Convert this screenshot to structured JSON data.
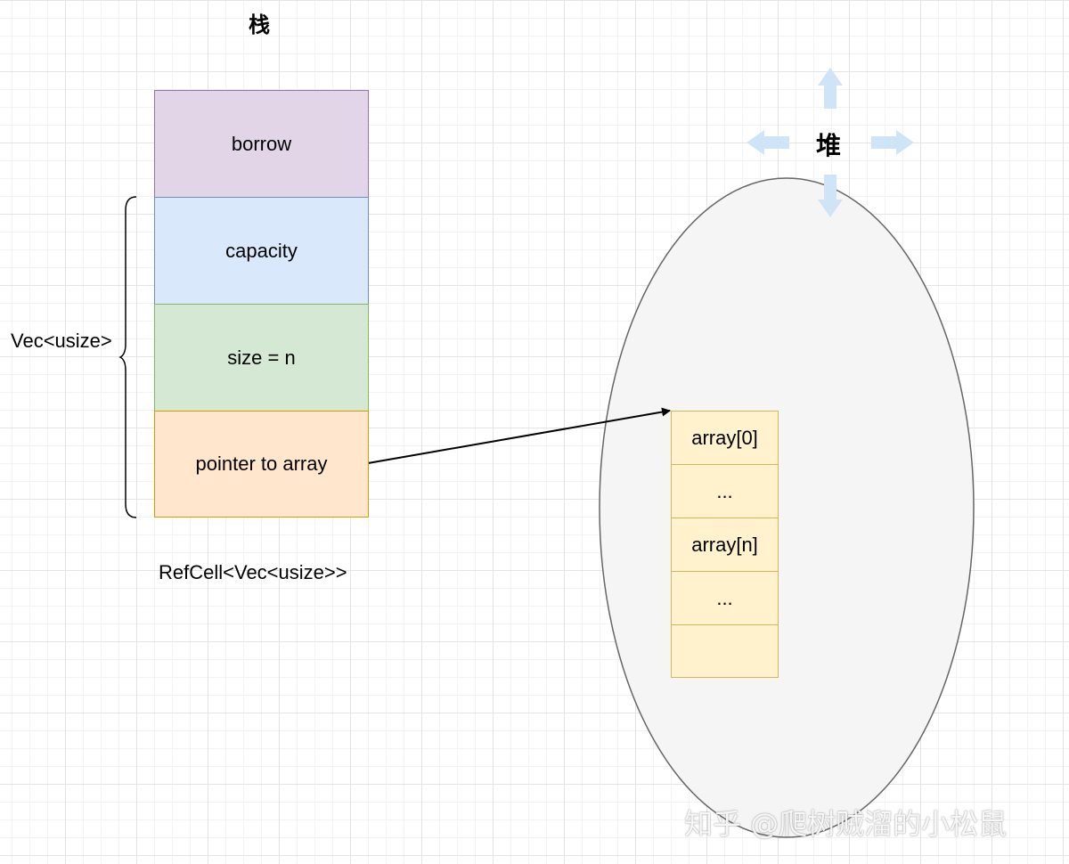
{
  "stack": {
    "title": "栈",
    "cells": [
      {
        "label": "borrow",
        "fill": "#e1d5e7",
        "stroke": "#9673a6"
      },
      {
        "label": "capacity",
        "fill": "#dae8fc",
        "stroke": "#6c8ebf"
      },
      {
        "label": "size = n",
        "fill": "#d5e8d4",
        "stroke": "#82b366"
      },
      {
        "label": "pointer to array",
        "fill": "#ffe6cc",
        "stroke": "#d79b00"
      }
    ],
    "vec_label": "Vec<usize>",
    "caption": "RefCell<Vec<usize>>"
  },
  "heap": {
    "title": "堆",
    "fill": "#f5f5f5",
    "stroke": "#666666",
    "array_fill": "#fff2cc",
    "array_stroke": "#d6b656",
    "array_cells": [
      "array[0]",
      "...",
      "array[n]",
      "...",
      ""
    ]
  },
  "watermark": "知乎 @爬树贼溜的小松鼠"
}
